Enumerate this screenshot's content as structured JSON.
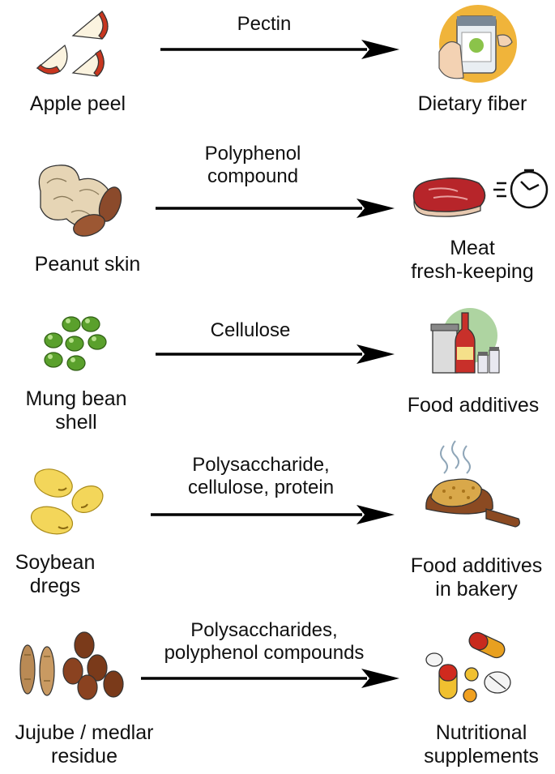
{
  "rows": [
    {
      "source": [
        "Apple peel"
      ],
      "process": [
        "Pectin"
      ],
      "product": [
        "Dietary fiber"
      ],
      "source_icon": "apple-slices-icon",
      "product_icon": "fiber-supplement-jar-icon"
    },
    {
      "source": [
        "Peanut skin"
      ],
      "process": [
        "Polyphenol",
        "compound"
      ],
      "product": [
        "Meat",
        "fresh-keeping"
      ],
      "source_icon": "peanut-icon",
      "product_icon": "steak-timer-icon"
    },
    {
      "source": [
        "Mung bean",
        "shell"
      ],
      "process": [
        "Cellulose"
      ],
      "product": [
        "Food additives"
      ],
      "source_icon": "mung-bean-icon",
      "product_icon": "food-additive-bottles-icon"
    },
    {
      "source": [
        "Soybean",
        "dregs"
      ],
      "process": [
        "Polysaccharide,",
        "cellulose, protein"
      ],
      "product": [
        "Food additives",
        "in bakery"
      ],
      "source_icon": "soybean-icon",
      "product_icon": "bread-board-icon"
    },
    {
      "source": [
        "Jujube / medlar",
        "residue"
      ],
      "process": [
        "Polysaccharides,",
        "polyphenol compounds"
      ],
      "product": [
        "Nutritional",
        "supplements"
      ],
      "source_icon": "jujube-medlar-icon",
      "product_icon": "pills-capsules-icon"
    }
  ],
  "colors": {
    "arrow": "#000000",
    "apple_red": "#c8361f",
    "peanut_tan": "#e6d5b5",
    "mung_green": "#5aa02c",
    "soybean_yellow": "#f3d65a",
    "jujube_brown": "#7a3a1a",
    "bread": "#d9a84a",
    "steak": "#b7252a"
  }
}
